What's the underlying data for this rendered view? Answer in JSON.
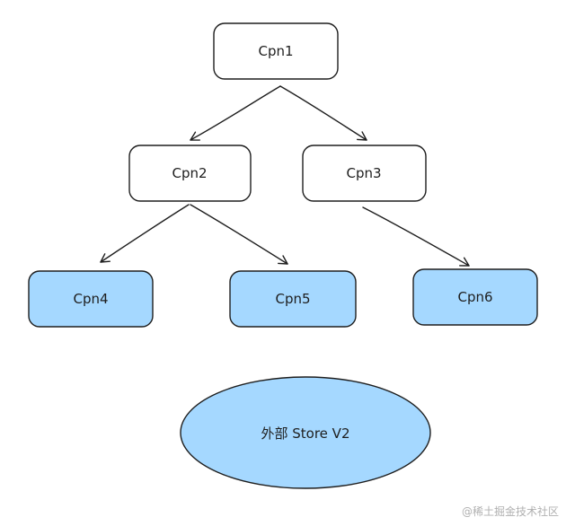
{
  "nodes": {
    "cpn1": "Cpn1",
    "cpn2": "Cpn2",
    "cpn3": "Cpn3",
    "cpn4": "Cpn4",
    "cpn5": "Cpn5",
    "cpn6": "Cpn6"
  },
  "store": {
    "label": "外部 Store V2"
  },
  "watermark": "@稀土掘金技术社区",
  "colors": {
    "white_fill": "#ffffff",
    "blue_fill": "#a5d8ff",
    "stroke": "#1e1e1e"
  }
}
